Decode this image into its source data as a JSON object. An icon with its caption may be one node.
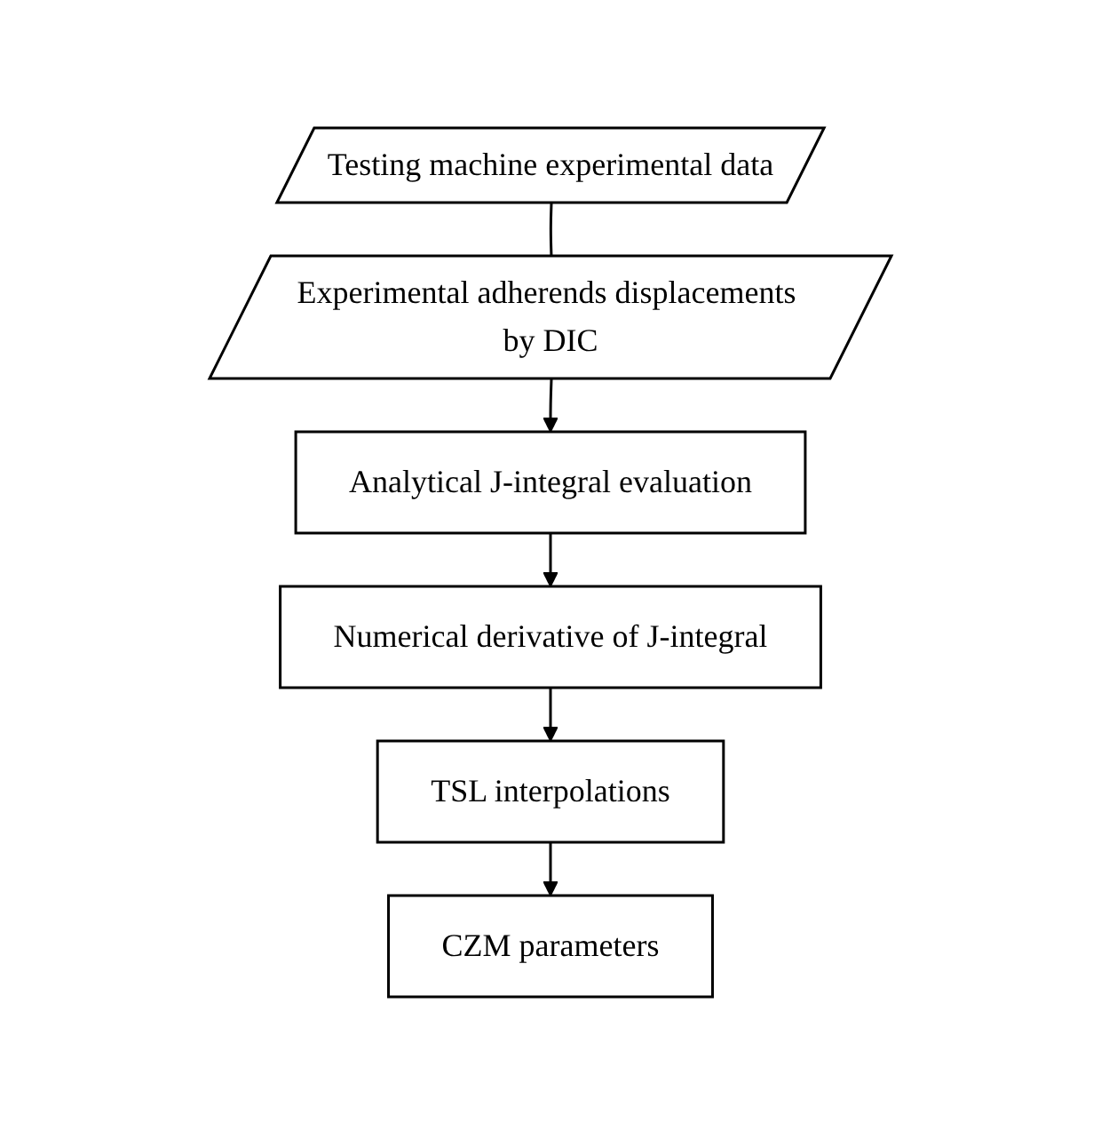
{
  "diagram": {
    "nodes": [
      {
        "text": [
          "Testing machine experimental data"
        ]
      },
      {
        "text": [
          "Experimental adherends displacements by DIC"
        ]
      },
      {
        "text": [
          "Analytical J-integral evaluation"
        ]
      },
      {
        "text": [
          "Numerical derivative of J-integral"
        ]
      },
      {
        "text": [
          "TSL interpolations"
        ]
      },
      {
        "text": [
          "CZM parameters"
        ]
      }
    ],
    "edges": [
      {
        "from": 0,
        "to": 1,
        "arrow": "none"
      },
      {
        "from": 1,
        "to": 2,
        "arrow": "to"
      },
      {
        "from": 2,
        "to": 3,
        "arrow": "to"
      },
      {
        "from": 3,
        "to": 4,
        "arrow": "to"
      },
      {
        "from": 4,
        "to": 5,
        "arrow": "to"
      }
    ]
  }
}
